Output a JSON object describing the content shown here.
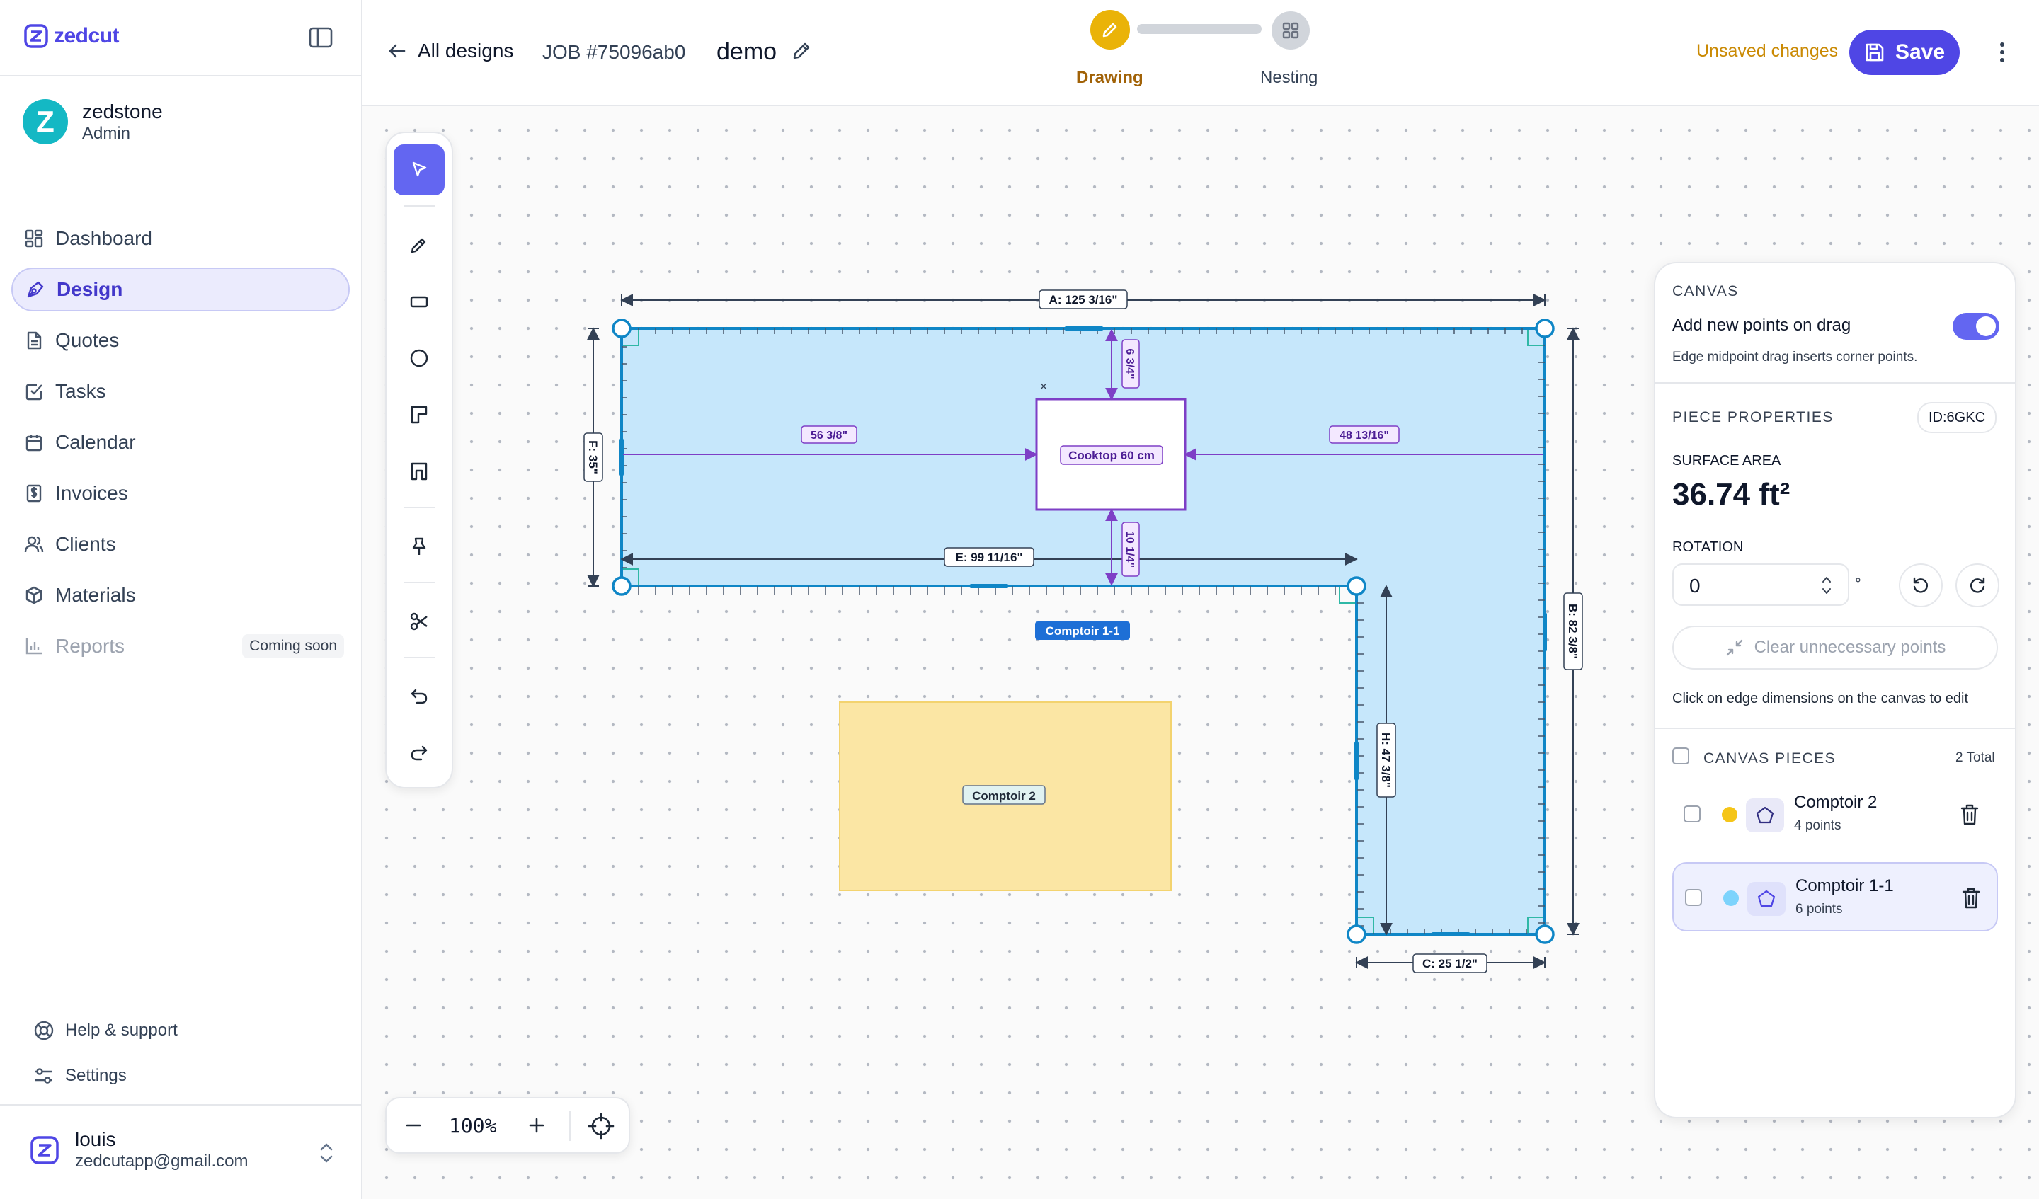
{
  "sidebar": {
    "brand": "zedcut",
    "org": {
      "initial": "Z",
      "name": "zedstone",
      "role": "Admin"
    },
    "nav": [
      {
        "label": "Dashboard",
        "icon": "grid-icon"
      },
      {
        "label": "Design",
        "icon": "pen-tool-icon",
        "active": true
      },
      {
        "label": "Quotes",
        "icon": "document-icon"
      },
      {
        "label": "Tasks",
        "icon": "check-square-icon"
      },
      {
        "label": "Calendar",
        "icon": "calendar-icon"
      },
      {
        "label": "Invoices",
        "icon": "dollar-receipt-icon"
      },
      {
        "label": "Clients",
        "icon": "users-icon"
      },
      {
        "label": "Materials",
        "icon": "box-icon"
      },
      {
        "label": "Reports",
        "icon": "bar-chart-icon",
        "badge": "Coming soon",
        "disabled": true
      }
    ],
    "help": "Help & support",
    "settings": "Settings",
    "user": {
      "name": "louis",
      "email": "zedcutapp@gmail.com"
    }
  },
  "header": {
    "back": "All designs",
    "job": "JOB #75096ab0",
    "design_name": "demo",
    "steps": {
      "drawing": "Drawing",
      "nesting": "Nesting"
    },
    "status": "Unsaved changes",
    "save": "Save"
  },
  "canvas": {
    "dims": {
      "a": "A: 125 3/16\"",
      "b": "B: 82 3/8\"",
      "c": "C: 25 1/2\"",
      "e": "E: 99 11/16\"",
      "f": "F: 35\"",
      "h": "H: 47 3/8\"",
      "cutout_left": "56 3/8\"",
      "cutout_right": "48 13/16\"",
      "cutout_top": "6 3/4\"",
      "cutout_bottom": "10 1/4\""
    },
    "cutout_label": "Cooktop 60 cm",
    "cutout_close": "×",
    "piece1_label": "Comptoir 1-1",
    "piece2_label": "Comptoir 2",
    "colors": {
      "piece1_fill": "#c6e7fb",
      "piece1_stroke": "#0f86c6",
      "piece2_fill": "#fbe6a4",
      "piece2_stroke": "#f3d36f",
      "accent": "#6366f1",
      "cutout": "#7e3fc6"
    }
  },
  "zoom": {
    "value": "100%"
  },
  "panel": {
    "canvas_title": "CANVAS",
    "add_points_label": "Add new points on drag",
    "add_points_on": true,
    "add_points_desc": "Edge midpoint drag inserts corner points.",
    "props_title": "PIECE PROPERTIES",
    "piece_id": "ID:6GKC",
    "area_label": "SURFACE AREA",
    "area_value": "36.74 ft²",
    "rotation_label": "ROTATION",
    "rotation_value": "0",
    "rotation_unit": "°",
    "clear_label": "Clear unnecessary points",
    "edit_hint": "Click on edge dimensions on the canvas to edit",
    "pieces_title": "CANVAS PIECES",
    "pieces_total": "2 Total",
    "pieces": [
      {
        "name": "Comptoir 2",
        "points": "4 points",
        "color": "#f5c518"
      },
      {
        "name": "Comptoir 1-1",
        "points": "6 points",
        "color": "#7dd3fc",
        "selected": true
      }
    ]
  }
}
